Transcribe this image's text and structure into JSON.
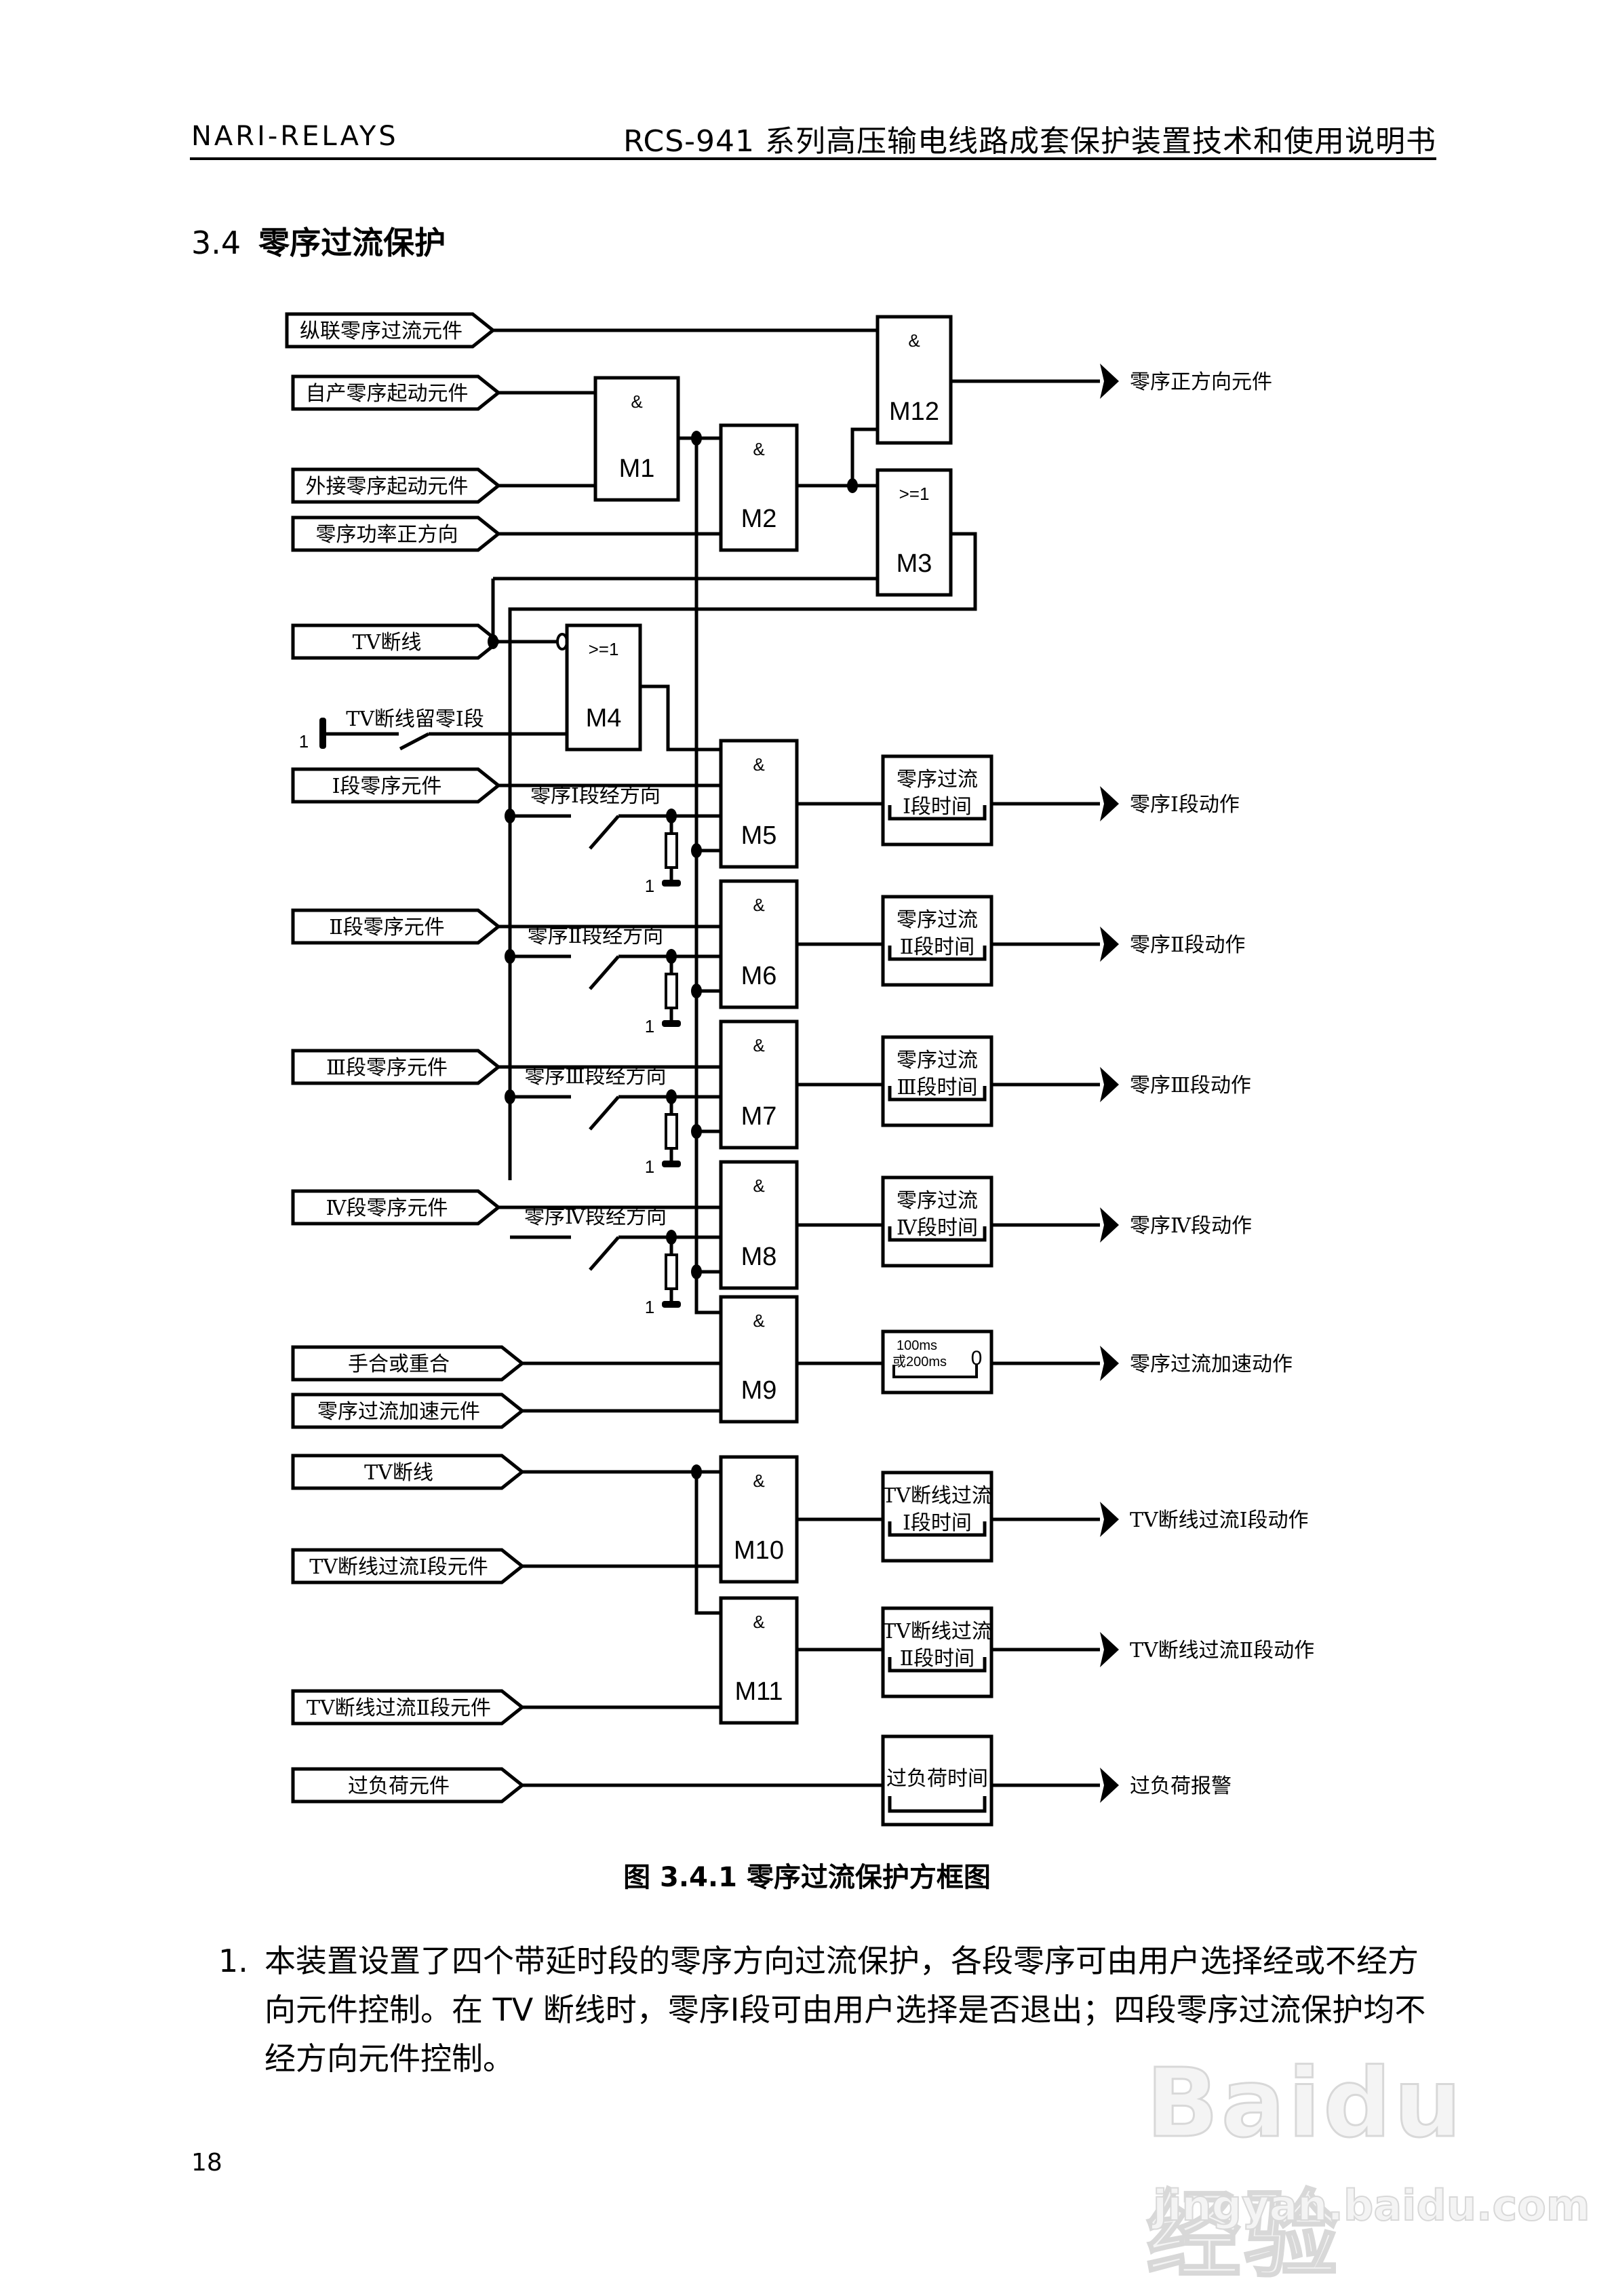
{
  "header": {
    "left": "NARI-RELAYS",
    "right": "RCS-941 系列高压输电线路成套保护装置技术和使用说明书"
  },
  "section": {
    "number": "3.4",
    "title": "零序过流保护"
  },
  "diagram": {
    "inputs": {
      "pilot_zero_seq_overcurrent": "纵联零序过流元件",
      "self_zero_seq_start": "自产零序起动元件",
      "ext_zero_seq_start": "外接零序起动元件",
      "zero_seq_power_forward": "零序功率正方向",
      "tv_break": "TV断线",
      "stage1_zero_seq": "Ⅰ段零序元件",
      "stage2_zero_seq": "Ⅱ段零序元件",
      "stage3_zero_seq": "Ⅲ段零序元件",
      "stage4_zero_seq": "Ⅳ段零序元件",
      "manual_or_reclose": "手合或重合",
      "zero_seq_accel": "零序过流加速元件",
      "tv_break_2": "TV断线",
      "tv_break_oc1": "TV断线过流Ⅰ段元件",
      "tv_break_oc2": "TV断线过流Ⅱ段元件",
      "overload": "过负荷元件"
    },
    "switches": {
      "tv_keep_stage1": "TV断线留零Ⅰ段",
      "stage1_dir": "零序Ⅰ段经方向",
      "stage2_dir": "零序Ⅱ段经方向",
      "stage3_dir": "零序Ⅲ段经方向",
      "stage4_dir": "零序Ⅳ段经方向",
      "logic_one": "1"
    },
    "gates": {
      "and_symbol": "&",
      "or_symbol": ">=1",
      "M1": "M1",
      "M2": "M2",
      "M3": "M3",
      "M4": "M4",
      "M5": "M5",
      "M6": "M6",
      "M7": "M7",
      "M8": "M8",
      "M9": "M9",
      "M10": "M10",
      "M11": "M11",
      "M12": "M12"
    },
    "timers": {
      "t1_line1": "零序过流",
      "t1_line2": "Ⅰ段时间",
      "t2_line1": "零序过流",
      "t2_line2": "Ⅱ段时间",
      "t3_line1": "零序过流",
      "t3_line2": "Ⅲ段时间",
      "t4_line1": "零序过流",
      "t4_line2": "Ⅳ段时间",
      "accel_line1": "100ms",
      "accel_line2": "或200ms",
      "accel_zero": "0",
      "tvoc1_line1": "TV断线过流",
      "tvoc1_line2": "Ⅰ段时间",
      "tvoc2_line1": "TV断线过流",
      "tvoc2_line2": "Ⅱ段时间",
      "overload": "过负荷时间"
    },
    "outputs": {
      "forward_dir": "零序正方向元件",
      "stage1_trip": "零序Ⅰ段动作",
      "stage2_trip": "零序Ⅱ段动作",
      "stage3_trip": "零序Ⅲ段动作",
      "stage4_trip": "零序Ⅳ段动作",
      "accel_trip": "零序过流加速动作",
      "tvoc1_trip": "TV断线过流Ⅰ段动作",
      "tvoc2_trip": "TV断线过流Ⅱ段动作",
      "overload_alarm": "过负荷报警"
    }
  },
  "caption": "图 3.4.1 零序过流保护方框图",
  "paragraph": {
    "number": "1.",
    "text": "本装置设置了四个带延时段的零序方向过流保护，各段零序可由用户选择经或不经方向元件控制。在 TV 断线时，零序Ⅰ段可由用户选择是否退出；四段零序过流保护均不经方向元件控制。"
  },
  "page_number": "18",
  "watermark": {
    "logo": "Baidu经验",
    "url": "jingyan.baidu.com"
  }
}
